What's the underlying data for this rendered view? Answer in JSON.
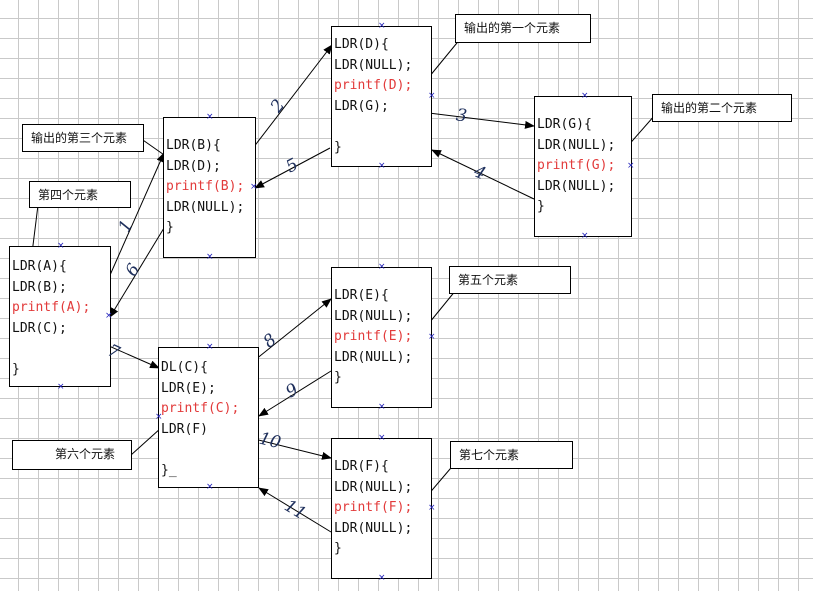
{
  "boxes": {
    "A": [
      "LDR(A){",
      "LDR(B);",
      "printf(A);",
      "LDR(C);",
      "",
      "}"
    ],
    "B": [
      "LDR(B){",
      "LDR(D);",
      "printf(B);",
      "LDR(NULL);",
      "}"
    ],
    "D": [
      "LDR(D){",
      "LDR(NULL);",
      "printf(D);",
      "LDR(G);",
      "",
      "}"
    ],
    "G": [
      "LDR(G){",
      "LDR(NULL);",
      "printf(G);",
      "LDR(NULL);",
      "}"
    ],
    "C": [
      "DL(C){",
      "LDR(E);",
      "printf(C);",
      "LDR(F)",
      "",
      "}_"
    ],
    "E": [
      "LDR(E){",
      "LDR(NULL);",
      "printf(E);",
      "LDR(NULL);",
      "}"
    ],
    "F": [
      "LDR(F){",
      "LDR(NULL);",
      "printf(F);",
      "LDR(NULL);",
      "}"
    ]
  },
  "callouts": {
    "first": "输出的第一个元素",
    "second": "输出的第二个元素",
    "third": "输出的第三个元素",
    "fourth": "第四个元素",
    "fifth": "第五个元素",
    "sixth": "第六个元素",
    "seventh": "第七个元素"
  },
  "steps": [
    "1",
    "2",
    "3",
    "4",
    "5",
    "6",
    "7",
    "8",
    "9",
    "10",
    "11"
  ],
  "colors": {
    "printf": "#e23a3a",
    "step_number": "#1e2f5c",
    "grid": "#c9c9c9",
    "handle": "#2222bb"
  }
}
